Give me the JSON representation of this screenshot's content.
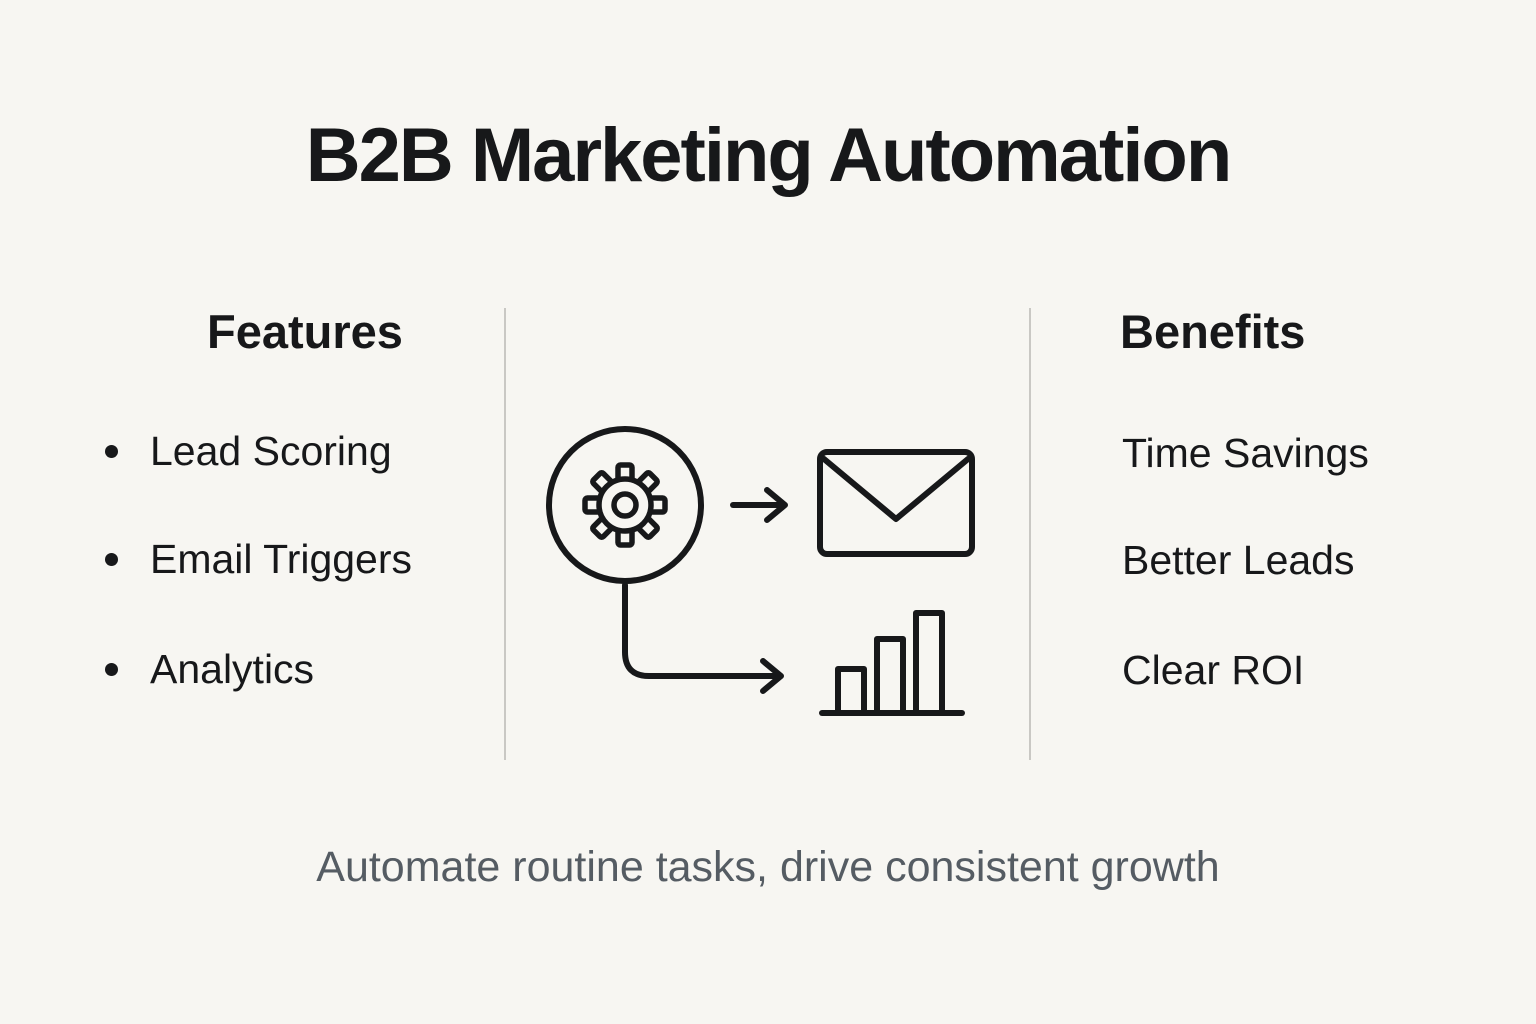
{
  "title": "B2B Marketing Automation",
  "features": {
    "heading": "Features",
    "items": [
      "Lead Scoring",
      "Email Triggers",
      "Analytics"
    ]
  },
  "benefits": {
    "heading": "Benefits",
    "items": [
      "Time Savings",
      "Better Leads",
      "Clear ROI"
    ]
  },
  "tagline": "Automate routine tasks, drive consistent growth",
  "icons": {
    "gear": "gear-icon",
    "arrow_right": "arrow-right-icon",
    "envelope": "envelope-icon",
    "curved_arrow": "curved-arrow-icon",
    "bar_chart": "bar-chart-icon"
  },
  "colors": {
    "background": "#f7f6f2",
    "ink": "#17181a",
    "tagline_text": "#555c63",
    "divider": "#c9c8c4"
  }
}
